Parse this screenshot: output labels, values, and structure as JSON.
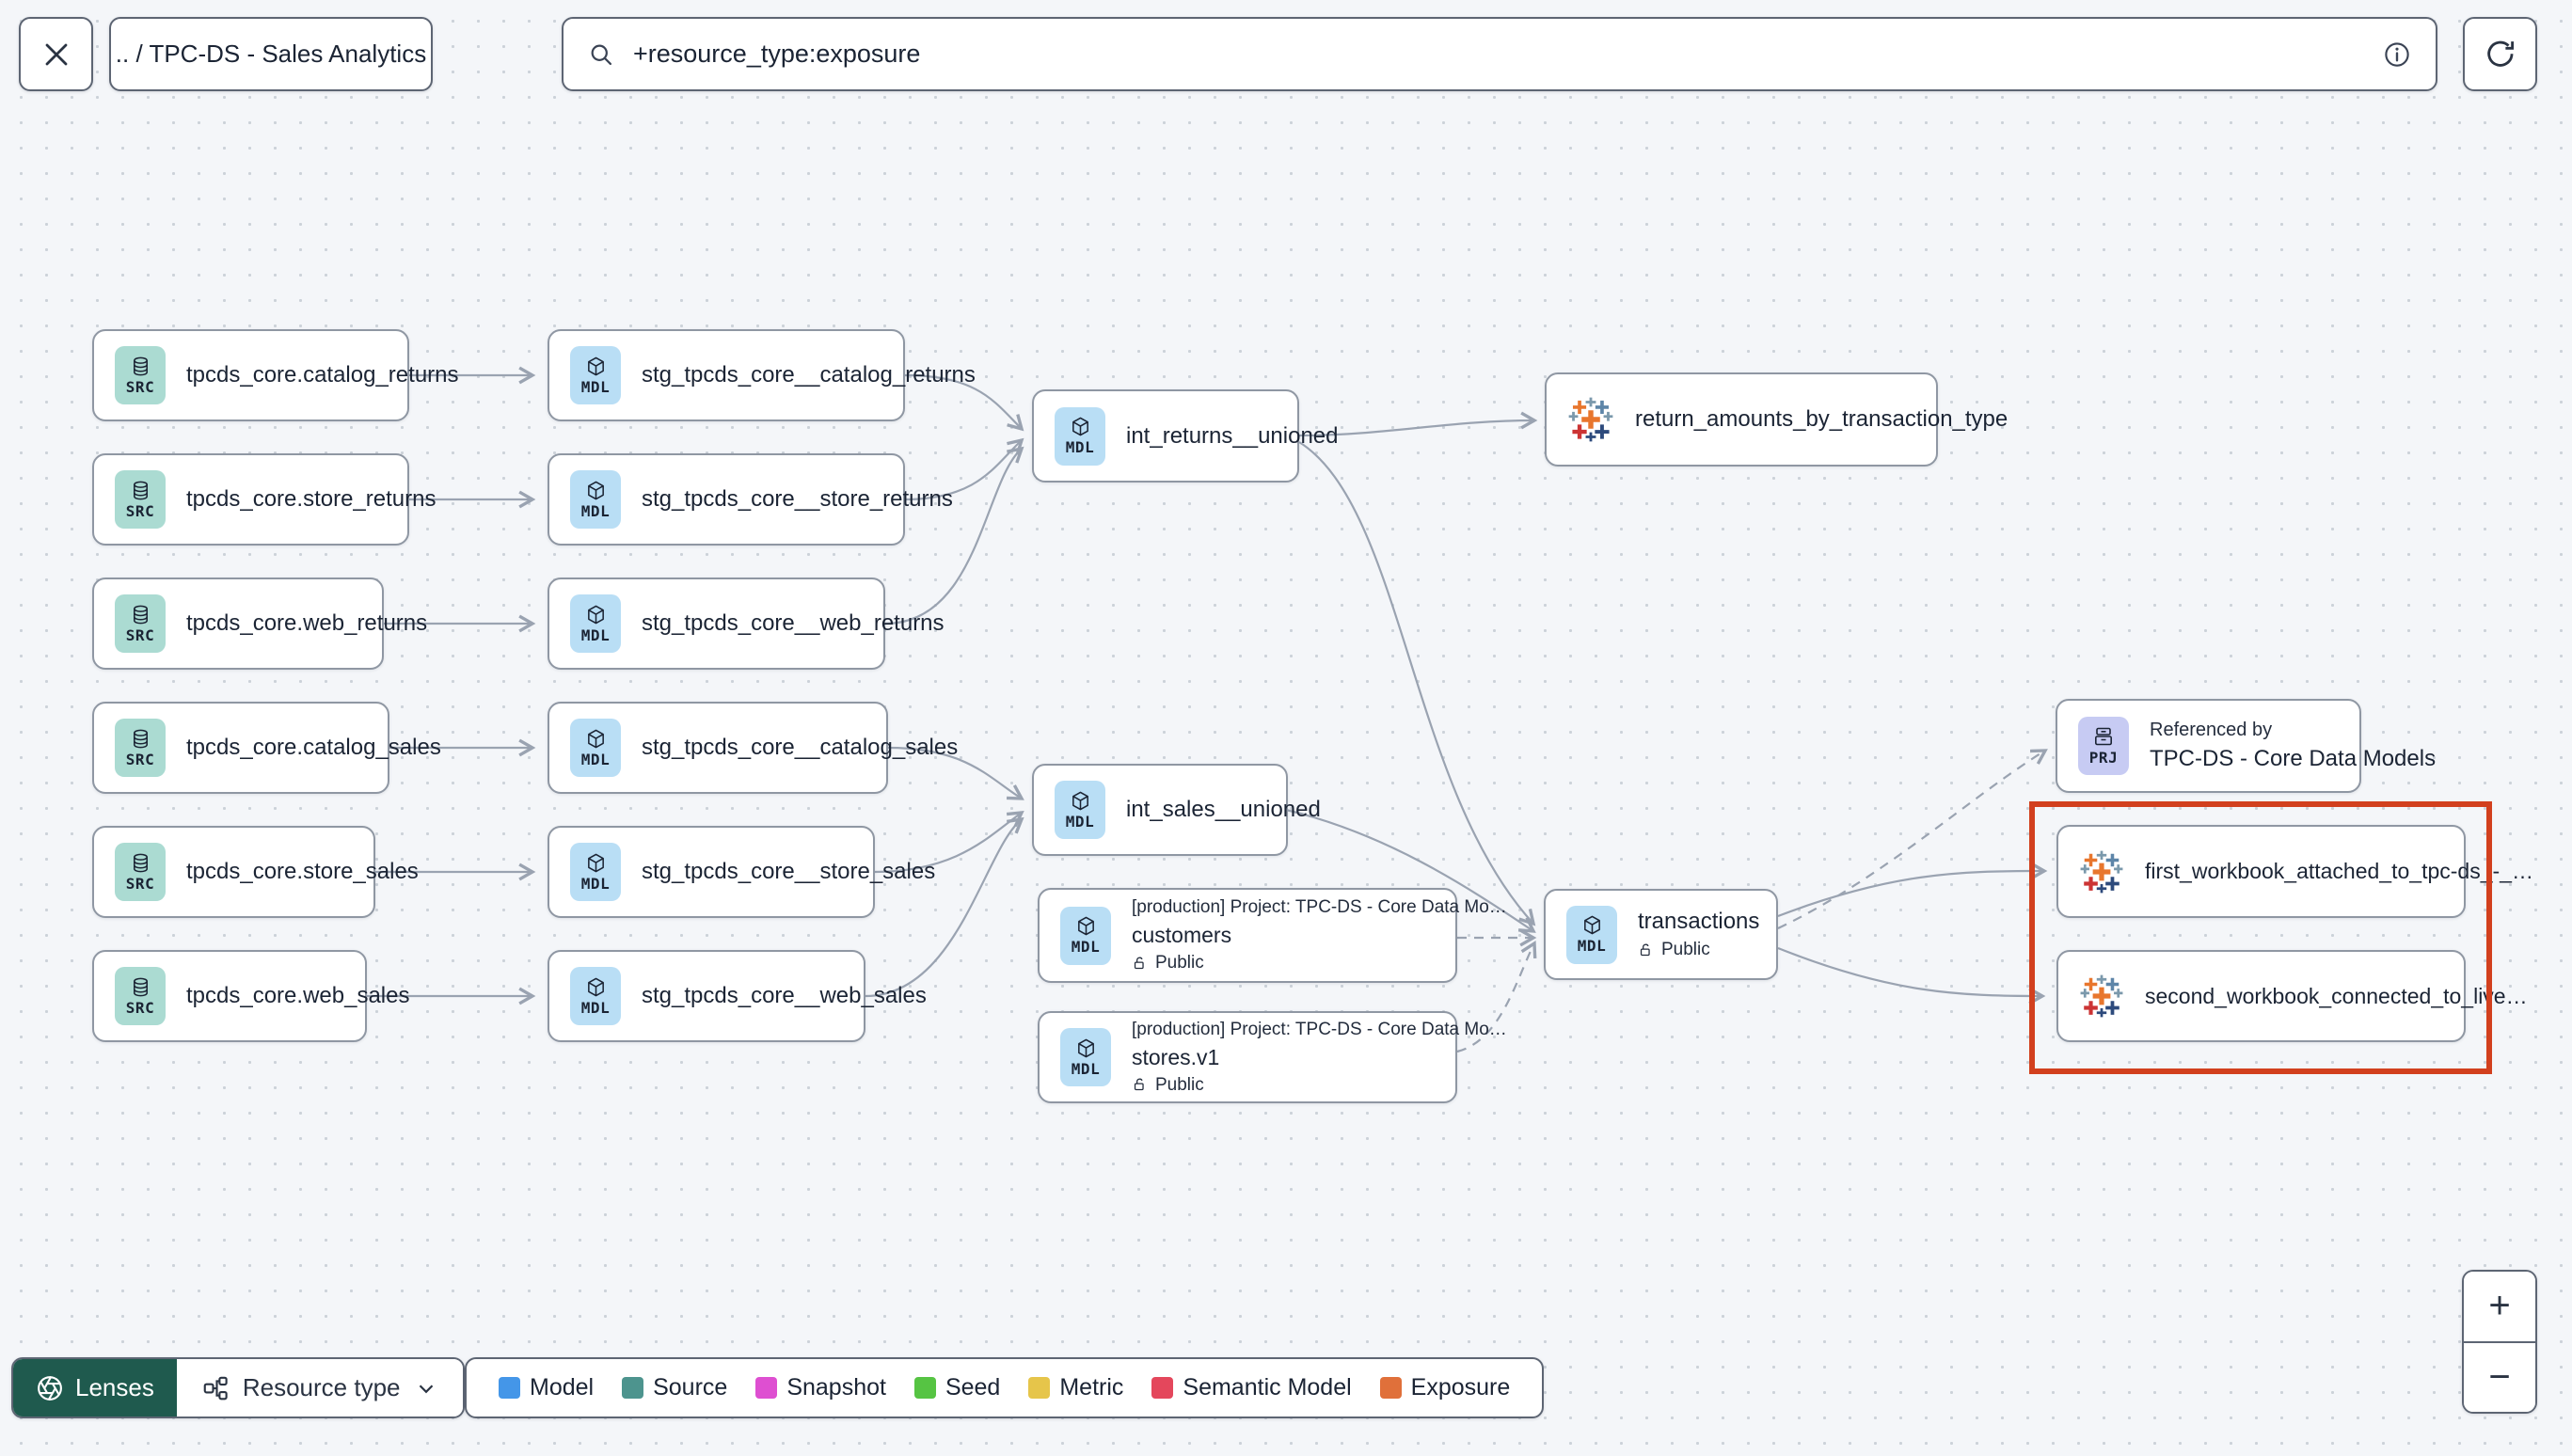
{
  "topbar": {
    "breadcrumb": ".. / TPC-DS - Sales Analytics",
    "search_value": "+resource_type:exposure"
  },
  "nodes": {
    "src_catalog_returns": {
      "badge": "SRC",
      "label": "tpcds_core.catalog_returns"
    },
    "src_store_returns": {
      "badge": "SRC",
      "label": "tpcds_core.store_returns"
    },
    "src_web_returns": {
      "badge": "SRC",
      "label": "tpcds_core.web_returns"
    },
    "src_catalog_sales": {
      "badge": "SRC",
      "label": "tpcds_core.catalog_sales"
    },
    "src_store_sales": {
      "badge": "SRC",
      "label": "tpcds_core.store_sales"
    },
    "src_web_sales": {
      "badge": "SRC",
      "label": "tpcds_core.web_sales"
    },
    "stg_catalog_returns": {
      "badge": "MDL",
      "label": "stg_tpcds_core__catalog_returns"
    },
    "stg_store_returns": {
      "badge": "MDL",
      "label": "stg_tpcds_core__store_returns"
    },
    "stg_web_returns": {
      "badge": "MDL",
      "label": "stg_tpcds_core__web_returns"
    },
    "stg_catalog_sales": {
      "badge": "MDL",
      "label": "stg_tpcds_core__catalog_sales"
    },
    "stg_store_sales": {
      "badge": "MDL",
      "label": "stg_tpcds_core__store_sales"
    },
    "stg_web_sales": {
      "badge": "MDL",
      "label": "stg_tpcds_core__web_sales"
    },
    "int_returns": {
      "badge": "MDL",
      "label": "int_returns__unioned"
    },
    "int_sales": {
      "badge": "MDL",
      "label": "int_sales__unioned"
    },
    "customers": {
      "badge": "MDL",
      "project_line": "[production] Project: TPC-DS - Core Data Mo…",
      "label": "customers",
      "access": "Public"
    },
    "stores": {
      "badge": "MDL",
      "project_line": "[production] Project: TPC-DS - Core Data Mo…",
      "label": "stores.v1",
      "access": "Public"
    },
    "transactions": {
      "badge": "MDL",
      "label": "transactions",
      "access": "Public"
    },
    "return_amounts": {
      "label": "return_amounts_by_transaction_type"
    },
    "referenced_by": {
      "badge": "PRJ",
      "title": "Referenced by",
      "label": "TPC-DS - Core Data Models"
    },
    "workbook_first": {
      "label": "first_workbook_attached_to_tpc-ds_-_…"
    },
    "workbook_second": {
      "label": "second_workbook_connected_to_live…"
    }
  },
  "legend": {
    "items": [
      {
        "label": "Model",
        "color": "#4496e8"
      },
      {
        "label": "Source",
        "color": "#4d948e"
      },
      {
        "label": "Snapshot",
        "color": "#de4fd1"
      },
      {
        "label": "Seed",
        "color": "#56c443"
      },
      {
        "label": "Metric",
        "color": "#e6c54a"
      },
      {
        "label": "Semantic Model",
        "color": "#e4475c"
      },
      {
        "label": "Exposure",
        "color": "#e0703a"
      }
    ]
  },
  "controls": {
    "lenses_label": "Lenses",
    "resource_type_label": "Resource type",
    "zoom_in": "+",
    "zoom_out": "−"
  },
  "icons": {
    "close": "x",
    "search": "magnifier",
    "info": "info-circle",
    "refresh": "rotate-cw",
    "source_badge": "database",
    "model_badge": "cube",
    "project_badge": "archive",
    "access": "open-lock",
    "exposure": "tableau-logo",
    "lenses": "aperture",
    "resource_type": "schema-tree",
    "dropdown": "chevron-down"
  },
  "colors": {
    "selection_box": "#d2401e",
    "src_badge_bg": "#abdbd2",
    "mdl_badge_bg": "#b9def5",
    "prj_badge_bg": "#c7cbf3",
    "lenses_bg": "#1f5a4e",
    "edge": "#9aa3b1"
  }
}
